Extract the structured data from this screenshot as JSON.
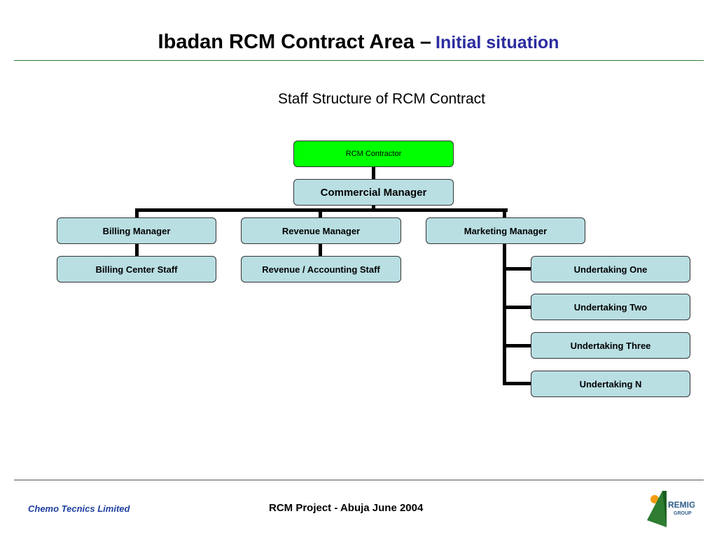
{
  "header": {
    "title_main": "Ibadan RCM Contract Area –",
    "title_sub": "Initial situation"
  },
  "subtitle": "Staff Structure of RCM Contract",
  "org_chart": {
    "root": "RCM Contractor",
    "commercial_manager": "Commercial Manager",
    "managers": [
      "Billing Manager",
      "Revenue Manager",
      "Marketing Manager"
    ],
    "staff": [
      "Billing Center Staff",
      "Revenue / Accounting Staff"
    ],
    "undertakings": [
      "Undertaking One",
      "Undertaking Two",
      "Undertaking Three",
      "Undertaking N"
    ]
  },
  "footer": {
    "company": "Chemo Tecnics Limited",
    "project": "RCM Project - Abuja June 2004",
    "logo_text": "REMIG",
    "logo_subtext": "GROUP"
  },
  "colors": {
    "root_box": "#00ff00",
    "node_box": "#b9dfe3",
    "title_sub": "#2c2ca0",
    "footer_company": "#1f3fa0"
  }
}
